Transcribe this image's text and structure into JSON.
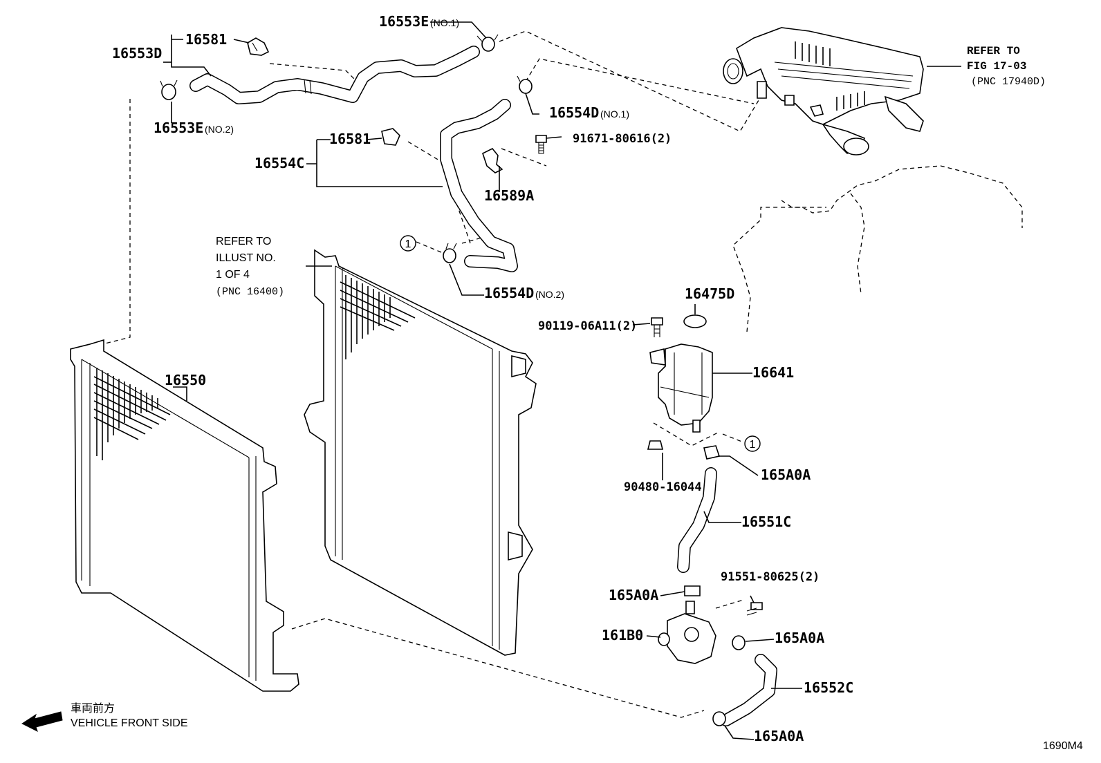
{
  "labels": {
    "p16553e_no1": "16553E",
    "p16553e_no1_sub": "(NO.1)",
    "p16581_top": "16581",
    "p16553d": "16553D",
    "p16553e_no2": "16553E",
    "p16553e_no2_sub": "(NO.2)",
    "p16554d_no1": "16554D",
    "p16554d_no1_sub": "(NO.1)",
    "p91671": "91671-80616(2)",
    "p16581_mid": "16581",
    "p16554c": "16554C",
    "p16589a": "16589A",
    "p16554d_no2": "16554D",
    "p16554d_no2_sub": "(NO.2)",
    "p16475d": "16475D",
    "p90119": "90119-06A11(2)",
    "p16641": "16641",
    "p16550": "16550",
    "p90480": "90480-16044",
    "p165a0a_1": "165A0A",
    "p16551c": "16551C",
    "p91551": "91551-80625(2)",
    "p165a0a_2": "165A0A",
    "p161b0": "161B0",
    "p165a0a_3": "165A0A",
    "p16552c": "16552C",
    "p165a0a_4": "165A0A",
    "circle_ref": "1"
  },
  "refer_fig": {
    "line1": "REFER TO",
    "line2": "FIG 17-03",
    "line3": "(PNC 17940D)"
  },
  "refer_illust": {
    "line1": "REFER TO",
    "line2": "ILLUST NO.",
    "line3": "1 OF 4",
    "line4": "(PNC 16400)"
  },
  "footer": {
    "front_jp": "車両前方",
    "front_en": "VEHICLE FRONT SIDE",
    "fig_code": "1690M4"
  },
  "icons": {
    "front_arrow": "arrow-left-icon",
    "circled_ref": "circled-number-icon"
  }
}
